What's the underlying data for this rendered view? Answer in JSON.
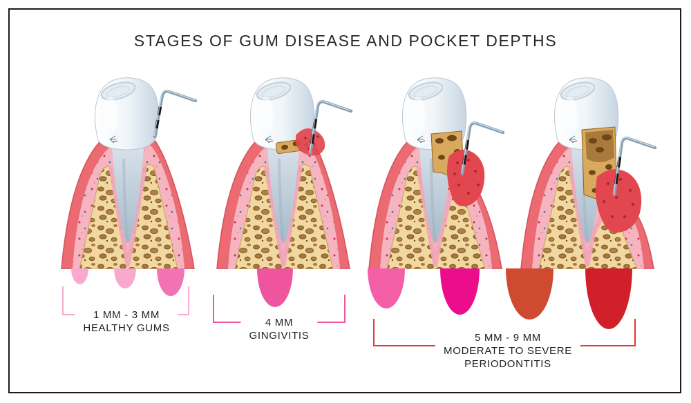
{
  "title": "STAGES OF GUM DISEASE AND POCKET DEPTHS",
  "stages": [
    {
      "id": "stage-1",
      "illustration": "healthy-tooth",
      "severity": 0
    },
    {
      "id": "stage-2",
      "illustration": "gingivitis-tooth",
      "severity": 1
    },
    {
      "id": "stage-3",
      "illustration": "moderate-periodontitis-tooth",
      "severity": 2
    },
    {
      "id": "stage-4",
      "illustration": "severe-periodontitis-tooth",
      "severity": 3
    }
  ],
  "groups": [
    {
      "lines": [
        "1 MM - 3 MM",
        "HEALTHY GUMS"
      ],
      "bracket_color": "#f7abce"
    },
    {
      "lines": [
        "4 MM",
        "GINGIVITIS"
      ],
      "bracket_color": "#f0569f"
    },
    {
      "lines": [
        "5 MM - 9 MM",
        "MODERATE TO SEVERE",
        "PERIODONTITIS"
      ],
      "bracket_color": "#e23a2e"
    }
  ],
  "pocket_markers": [
    {
      "group": 0,
      "width": 25,
      "height": 23,
      "color": "#f9a9ce"
    },
    {
      "group": 0,
      "width": 32,
      "height": 29,
      "color": "#f9a9ce"
    },
    {
      "group": 0,
      "width": 40,
      "height": 40,
      "color": "#f173b4"
    },
    {
      "group": 1,
      "width": 52,
      "height": 56,
      "color": "#ef549e"
    },
    {
      "group": 2,
      "width": 54,
      "height": 58,
      "color": "#f45fa8"
    },
    {
      "group": 2,
      "width": 57,
      "height": 67,
      "color": "#eb0d8c"
    },
    {
      "group": 2,
      "width": 69,
      "height": 74,
      "color": "#cf4a31"
    },
    {
      "group": 2,
      "width": 68,
      "height": 88,
      "color": "#d2202b"
    }
  ],
  "palette": {
    "gum_outer": "#ec6b72",
    "gum_edge": "#d4545e",
    "ligament": "#f2a7ba",
    "tartar": "#d8a95f",
    "tartar_dark": "#6f4716",
    "tartar_edge": "#93661f",
    "inflamed": "#e2474f",
    "inflamed_dot": "#a92732",
    "probe": "#87a0b3",
    "text": "#1f1f1f",
    "frame": "#1b1b1b"
  }
}
